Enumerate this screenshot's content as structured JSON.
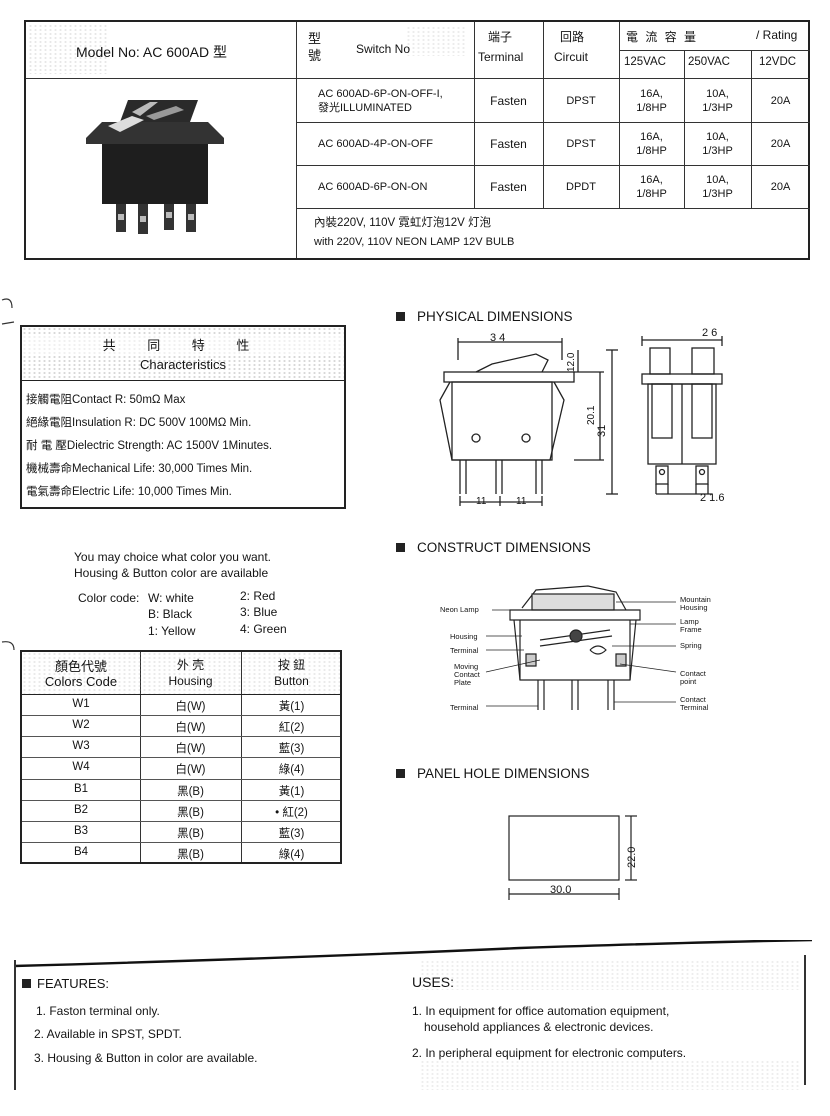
{
  "spec_table": {
    "model_label": "Model No: AC 600AD 型",
    "col_switch_cn": "型\n號",
    "col_switch": "Switch No",
    "col_terminal_cn": "端子",
    "col_terminal": "Terminal",
    "col_circuit_cn": "回路",
    "col_circuit": "Circuit",
    "col_rating_cn": "電 流 容 量",
    "col_rating": "/ Rating",
    "sub_125": "125VAC",
    "sub_250": "250VAC",
    "sub_12": "12VDC",
    "rows": [
      {
        "switch": "AC 600AD-6P-ON-OFF-I,",
        "switch2": "發光ILLUMINATED",
        "terminal": "Fasten",
        "circuit": "DPST",
        "r125a": "16A,",
        "r125b": "1/8HP",
        "r250a": "10A,",
        "r250b": "1/3HP",
        "r12": "20A"
      },
      {
        "switch": "AC 600AD-4P-ON-OFF",
        "switch2": "",
        "terminal": "Fasten",
        "circuit": "DPST",
        "r125a": "16A,",
        "r125b": "1/8HP",
        "r250a": "10A,",
        "r250b": "1/3HP",
        "r12": "20A"
      },
      {
        "switch": "AC 600AD-6P-ON-ON",
        "switch2": "",
        "terminal": "Fasten",
        "circuit": "DPDT",
        "r125a": "16A,",
        "r125b": "1/8HP",
        "r250a": "10A,",
        "r250b": "1/3HP",
        "r12": "20A"
      }
    ],
    "note_cn": "內裝220V, 110V 霓虹灯泡12V 灯泡",
    "note_en": "with 220V, 110V NEON LAMP 12V BULB"
  },
  "characteristics": {
    "title_cn": "共 同 特 性",
    "title": "Characteristics",
    "items": [
      "接觸電阻Contact R: 50mΩ  Max",
      "絕緣電阻Insulation R: DC 500V 100MΩ  Min.",
      "耐 電 壓Dielectric Strength: AC 1500V 1Minutes.",
      "機械壽命Mechanical Life: 30,000 Times Min.",
      "電氣壽命Electric Life: 10,000 Times Min."
    ]
  },
  "color_info": {
    "line1": "You may choice what color you want.",
    "line2": "Housing & Button color are available",
    "code_label": "Color code:",
    "codes_left": [
      "W: white",
      "B: Black",
      "1: Yellow"
    ],
    "codes_right": [
      "2: Red",
      "3: Blue",
      "4: Green"
    ]
  },
  "color_table": {
    "h1_cn": "顏色代號",
    "h1": "Colors Code",
    "h2_cn": "外 壳",
    "h2": "Housing",
    "h3_cn": "按 鈕",
    "h3": "Button",
    "rows": [
      [
        "W1",
        "白(W)",
        "黃(1)"
      ],
      [
        "W2",
        "白(W)",
        "紅(2)"
      ],
      [
        "W3",
        "白(W)",
        "藍(3)"
      ],
      [
        "W4",
        "白(W)",
        "綠(4)"
      ],
      [
        "B1",
        "黑(B)",
        "黃(1)"
      ],
      [
        "B2",
        "黑(B)",
        "• 紅(2)"
      ],
      [
        "B3",
        "黑(B)",
        "藍(3)"
      ],
      [
        "B4",
        "黑(B)",
        "綠(4)"
      ]
    ]
  },
  "physical": {
    "heading": "PHYSICAL DIMENSIONS",
    "d34": "3 4",
    "d12": "12.0",
    "d201": "20.1",
    "d31": "31",
    "d11a": "11",
    "d11b": "11",
    "d26": "2 6",
    "d216": "2 1.6"
  },
  "construct": {
    "heading": "CONSTRUCT DIMENSIONS",
    "neon_lamp": "Neon Lamp",
    "housing": "Housing",
    "terminal": "Terminal",
    "moving1": "Moving",
    "moving2": "Contact",
    "moving3": "Plate",
    "terminal2": "Terminal",
    "mountain1": "Mountain",
    "mountain2": "Housing",
    "lamp1": "Lamp",
    "lamp2": "Frame",
    "spring": "Spring",
    "contact1": "Contact",
    "contact2": "point",
    "ct1": "Contact",
    "ct2": "Terminal"
  },
  "panel": {
    "heading": "PANEL HOLE DIMENSIONS",
    "w": "30.0",
    "h": "22.0"
  },
  "features": {
    "heading": "FEATURES:",
    "items": [
      "1. Faston terminal only.",
      "2. Available in SPST, SPDT.",
      "3. Housing & Button in color are available."
    ]
  },
  "uses": {
    "heading": "USES:",
    "l1": "1. In equipment for office automation equipment,",
    "l2": "household appliances & electronic devices.",
    "l3": "2. In peripheral equipment for electronic computers."
  }
}
